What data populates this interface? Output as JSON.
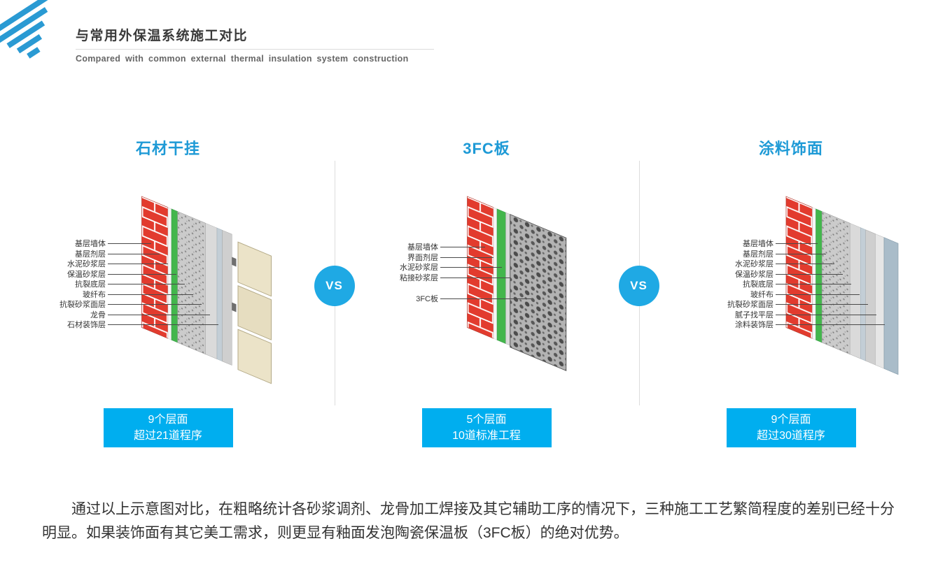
{
  "header": {
    "title": "与常用外保温系统施工对比",
    "subtitle": "Compared with common external thermal insulation system construction"
  },
  "vs_label": "VS",
  "panels": [
    {
      "title": "石材干挂",
      "labels": [
        "基层墙体",
        "基层剂层",
        "水泥砂浆层",
        "保温砂浆层",
        "抗裂底层",
        "玻纤布",
        "抗裂砂浆面层",
        "龙骨",
        "石材装饰层"
      ],
      "badge": {
        "line1": "9个层面",
        "line2": "超过21道程序"
      }
    },
    {
      "title": "3FC板",
      "labels": [
        "基层墙体",
        "界面剂层",
        "水泥砂浆层",
        "粘接砂浆层",
        "3FC板"
      ],
      "badge": {
        "line1": "5个层面",
        "line2": "10道标准工程"
      }
    },
    {
      "title": "涂料饰面",
      "labels": [
        "基层墙体",
        "基层剂层",
        "水泥砂浆层",
        "保温砂浆层",
        "抗裂底层",
        "玻纤布",
        "抗裂砂浆面层",
        "腻子找平层",
        "涂料装饰层"
      ],
      "badge": {
        "line1": "9个层面",
        "line2": "超过30道程序"
      }
    }
  ],
  "footer": {
    "paragraph": "通过以上示意图对比，在粗略统计各砂浆调剂、龙骨加工焊接及其它辅助工序的情况下，三种施工工艺繁简程度的差别已经十分明显。如果装饰面有其它美工需求，则更显有釉面发泡陶瓷保温板（3FC板）的绝对优势。"
  },
  "colors": {
    "heading_blue": "#1e9ad6",
    "badge_blue": "#00aeef",
    "vs_circle_blue": "#1fa9e4",
    "brick_red": "#e23b2e",
    "insulation_green": "#43b64c"
  }
}
